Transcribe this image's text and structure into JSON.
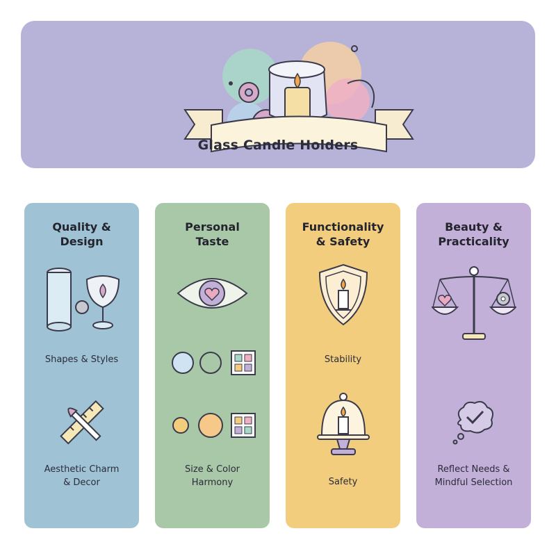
{
  "header": {
    "title": "Glass Candle Holders",
    "background": "#b7b3d8"
  },
  "columns": [
    {
      "title_lines": [
        "Quality &",
        "Design"
      ],
      "color": "#9fc3d4",
      "items": [
        {
          "icon": "vase-and-goblet-icon",
          "label_lines": [
            "Shapes & Styles"
          ]
        },
        {
          "icon": "brush-and-ruler-icon",
          "label_lines": [
            "Aesthetic Charm",
            "& Decor"
          ]
        }
      ]
    },
    {
      "title_lines": [
        "Personal",
        "Taste"
      ],
      "color": "#a8c8a8",
      "items": [
        {
          "icon": "eye-heart-icon",
          "label_lines": []
        },
        {
          "icon": "color-swatches-icon",
          "label_lines": []
        },
        {
          "icon": "size-swatches-icon",
          "label_lines": [
            "Size & Color",
            "Harmony"
          ]
        }
      ]
    },
    {
      "title_lines": [
        "Functionality",
        "& Safety"
      ],
      "color": "#f2cd7e",
      "items": [
        {
          "icon": "shield-candle-icon",
          "label_lines": [
            "Stability"
          ]
        },
        {
          "icon": "cloche-candle-icon",
          "label_lines": [
            "Safety"
          ]
        }
      ]
    },
    {
      "title_lines": [
        "Beauty &",
        "Practicality"
      ],
      "color": "#c2b0d8",
      "items": [
        {
          "icon": "balance-scale-icon",
          "label_lines": []
        },
        {
          "icon": "thought-check-icon",
          "label_lines": [
            "Reflect Needs &",
            "Mindful Selection"
          ]
        }
      ]
    }
  ]
}
